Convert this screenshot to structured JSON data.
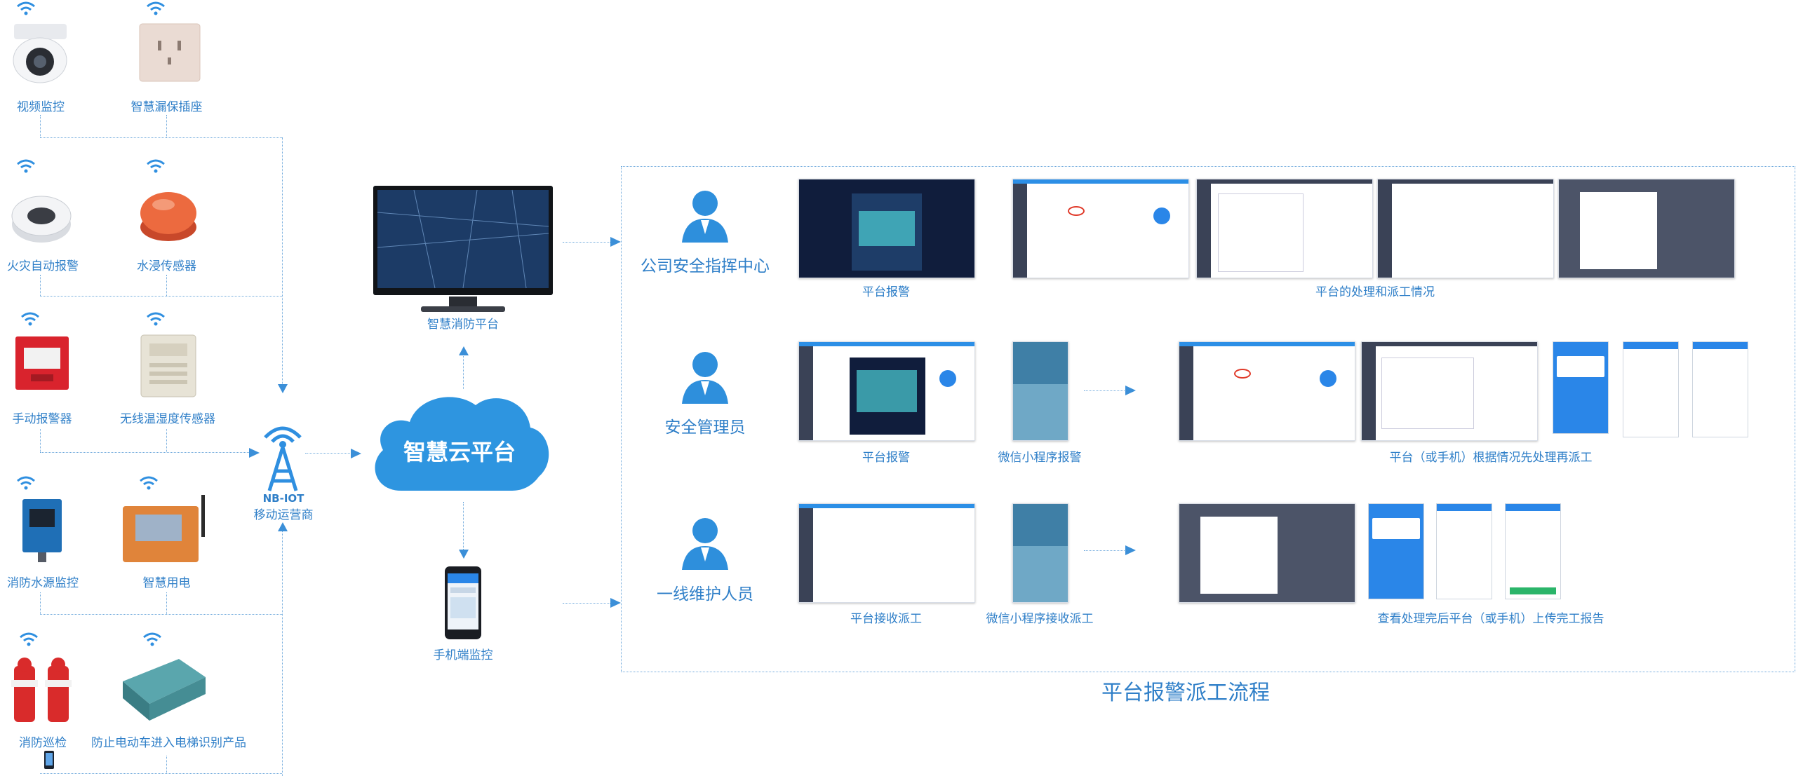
{
  "devices": {
    "video_monitor": "视频监控",
    "smart_socket": "智慧漏保插座",
    "fire_alarm": "火灾自动报警",
    "water_sensor": "水浸传感器",
    "manual_alarm": "手动报警器",
    "temp_humidity": "无线温湿度传感器",
    "water_source": "消防水源监控",
    "smart_power": "智慧用电",
    "patrol": "消防巡检",
    "ebike_detector": "防止电动车进入电梯识别产品"
  },
  "network": {
    "tower_label": "NB-IOT",
    "operator": "移动运营商"
  },
  "cloud": {
    "label": "智慧云平台"
  },
  "platform": {
    "monitor_label": "智慧消防平台",
    "phone_label": "手机端监控"
  },
  "flow": {
    "title": "平台报警派工流程",
    "roles": [
      "公司安全指挥中心",
      "安全管理员",
      "一线维护人员"
    ],
    "row1": {
      "cap_a": "平台报警",
      "cap_b": "平台的处理和派工情况"
    },
    "row2": {
      "cap_a": "平台报警",
      "cap_b": "微信小程序报警",
      "cap_c": "平台（或手机）根据情况先处理再派工"
    },
    "row3": {
      "cap_a": "平台接收派工",
      "cap_b": "微信小程序接收派工",
      "cap_c": "查看处理完后平台（或手机）上传完工报告"
    }
  },
  "colors": {
    "accent": "#2f7fc8",
    "dotted": "#6fa9dc",
    "cloud": "#2e95e0"
  }
}
